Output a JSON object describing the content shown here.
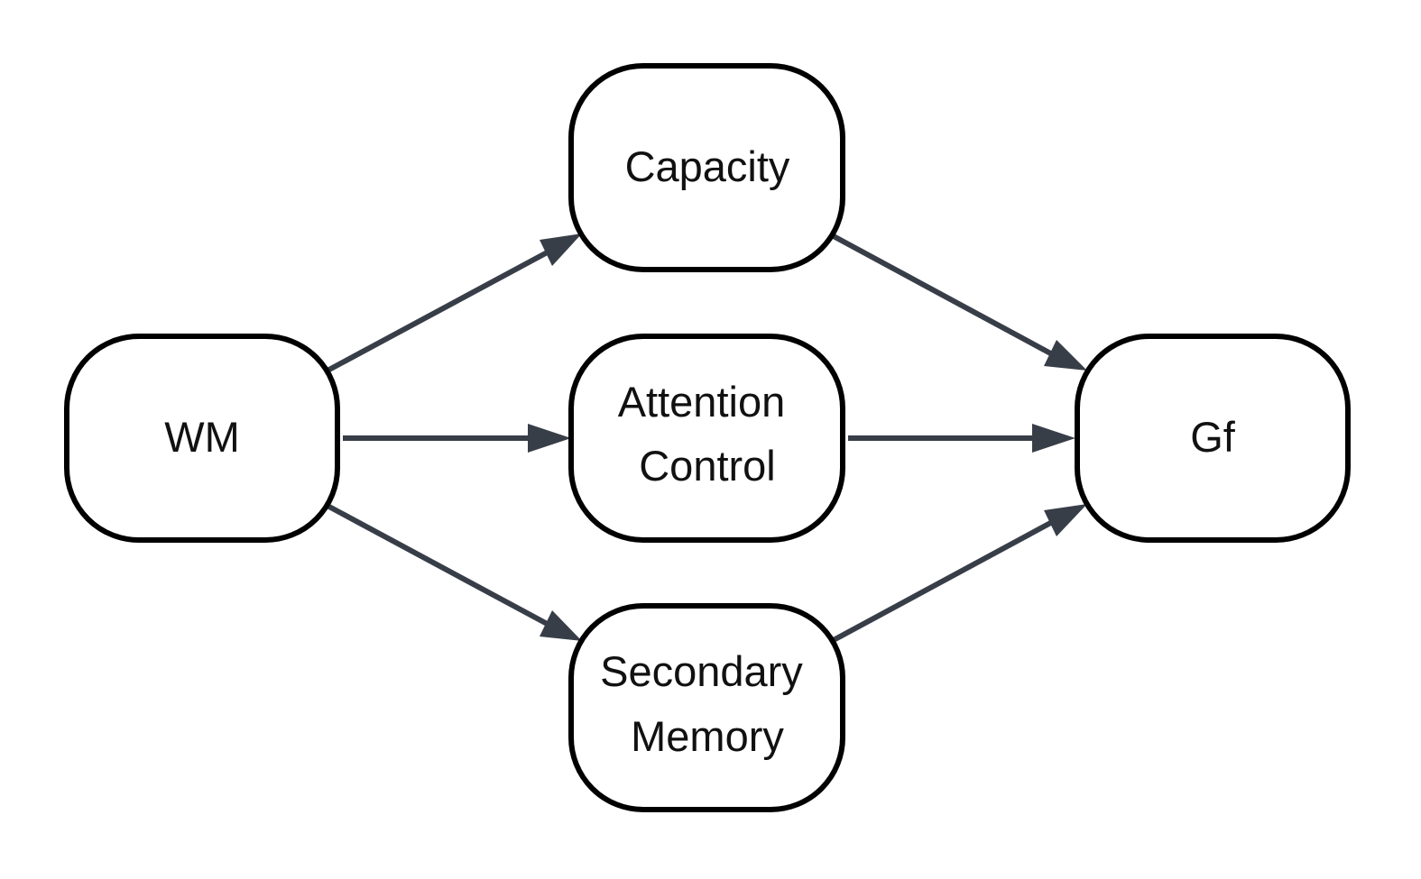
{
  "diagram": {
    "type": "flow",
    "colors": {
      "node_border": "#000000",
      "node_fill": "#ffffff",
      "edge": "#383e48",
      "text": "#111111"
    },
    "nodes": [
      {
        "id": "wm",
        "lines": [
          "WM"
        ]
      },
      {
        "id": "capacity",
        "lines": [
          "Capacity"
        ]
      },
      {
        "id": "attention",
        "lines": [
          "Attention",
          "Control"
        ]
      },
      {
        "id": "secondary",
        "lines": [
          "Secondary",
          "Memory"
        ]
      },
      {
        "id": "gf",
        "lines": [
          "Gf"
        ]
      }
    ],
    "edges": [
      {
        "from": "WM",
        "to": "Capacity"
      },
      {
        "from": "WM",
        "to": "Attention Control"
      },
      {
        "from": "WM",
        "to": "Secondary Memory"
      },
      {
        "from": "Capacity",
        "to": "Gf"
      },
      {
        "from": "Attention Control",
        "to": "Gf"
      },
      {
        "from": "Secondary Memory",
        "to": "Gf"
      }
    ]
  }
}
